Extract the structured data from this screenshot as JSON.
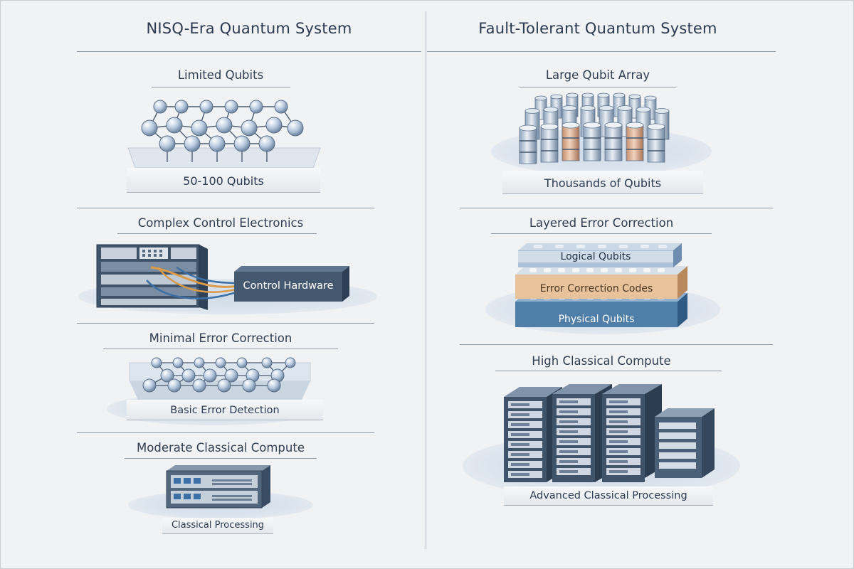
{
  "left": {
    "title": "NISQ-Era Quantum System",
    "sections": [
      {
        "title": "Limited Qubits",
        "caption": "50-100 Qubits"
      },
      {
        "title": "Complex Control Electronics",
        "caption": "Control Hardware"
      },
      {
        "title": "Minimal Error Correction",
        "caption": "Basic Error Detection"
      },
      {
        "title": "Moderate Classical Compute",
        "caption": "Classical Processing"
      }
    ]
  },
  "right": {
    "title": "Fault-Tolerant Quantum System",
    "sections": [
      {
        "title": "Large Qubit Array",
        "caption": "Thousands of Qubits"
      },
      {
        "title": "Layered Error Correction",
        "layers": [
          "Logical Qubits",
          "Error Correction Codes",
          "Physical Qubits"
        ]
      },
      {
        "title": "High Classical Compute",
        "caption": "Advanced Classical Processing"
      }
    ]
  },
  "colors": {
    "qubit": "#b9cbe0",
    "rack": "#3f536b",
    "cable_orange": "#d99a4a",
    "cable_blue": "#3b6fa6",
    "ecc_layer": "#e7c29a",
    "physical_layer": "#4f7fa8",
    "logical_layer": "#a9c0d8"
  }
}
